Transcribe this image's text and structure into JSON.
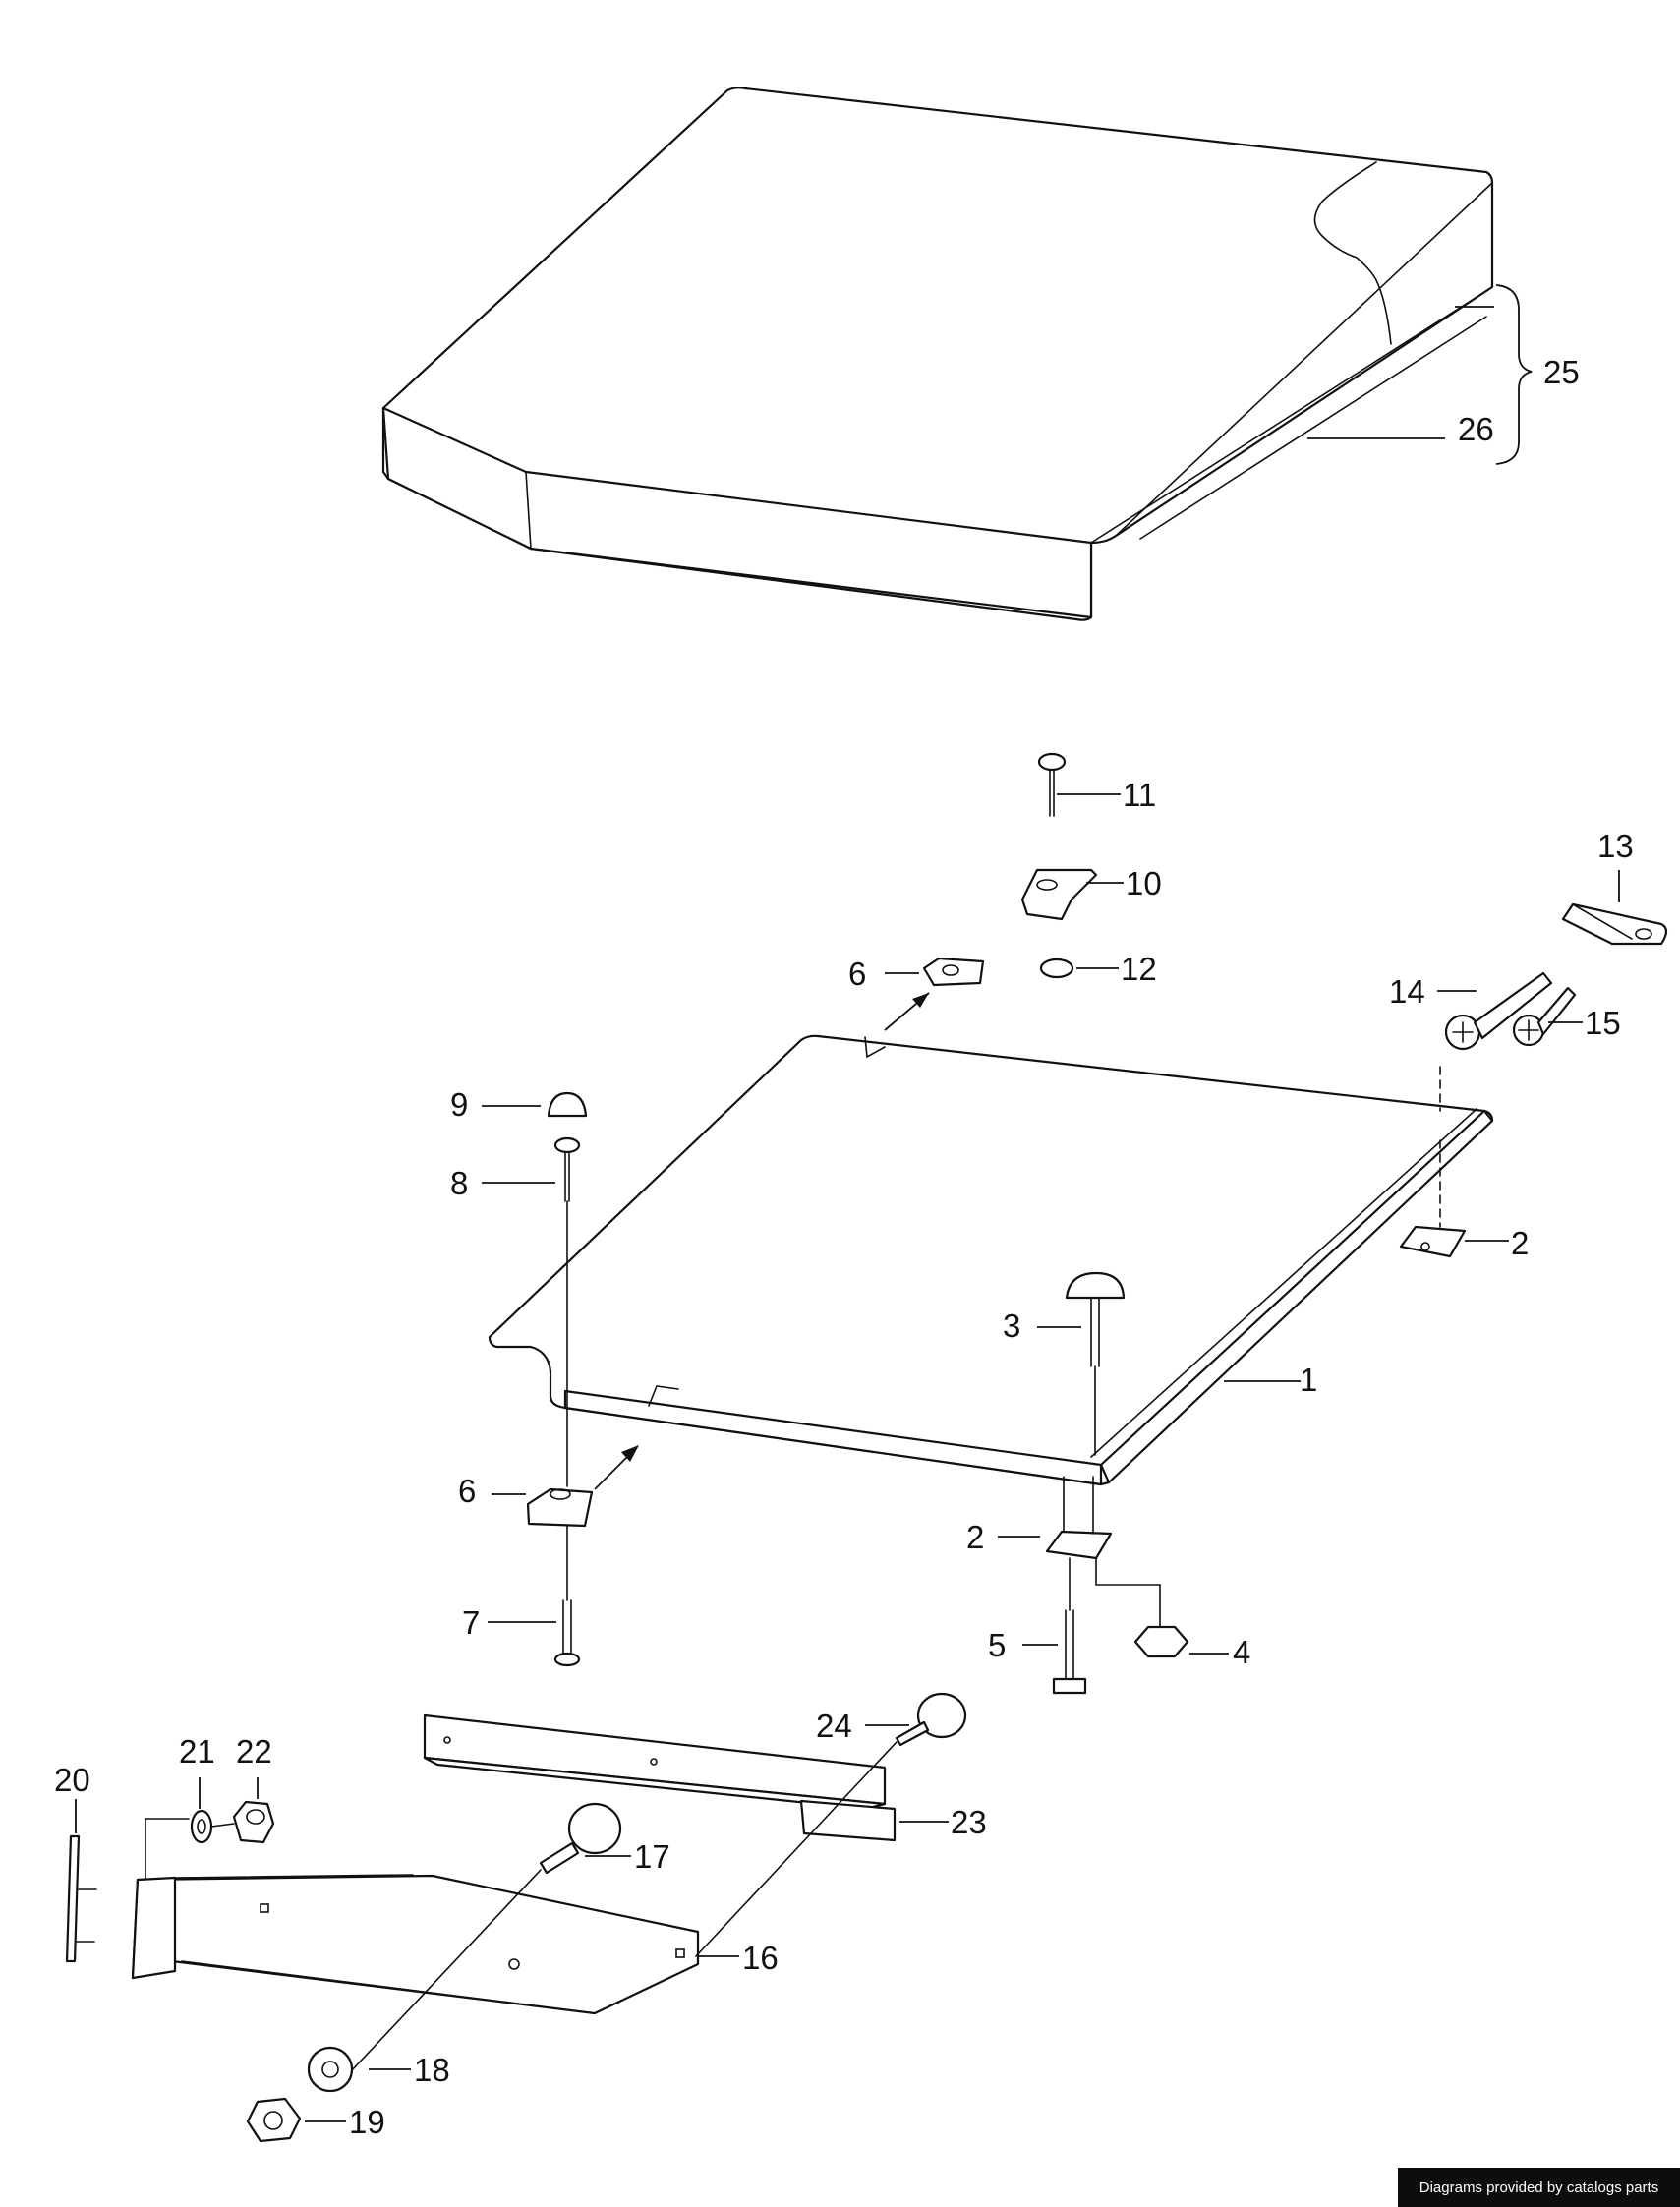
{
  "callouts": {
    "c1": "1",
    "c2a": "2",
    "c2b": "2",
    "c3": "3",
    "c4": "4",
    "c5": "5",
    "c6a": "6",
    "c6b": "6",
    "c7": "7",
    "c8": "8",
    "c9": "9",
    "c10": "10",
    "c11": "11",
    "c12": "12",
    "c13": "13",
    "c14": "14",
    "c15": "15",
    "c16": "16",
    "c17": "17",
    "c18": "18",
    "c19": "19",
    "c20": "20",
    "c21": "21",
    "c22": "22",
    "c23": "23",
    "c24": "24",
    "c25": "25",
    "c26": "26"
  },
  "credit": "Diagrams provided by catalogs parts"
}
